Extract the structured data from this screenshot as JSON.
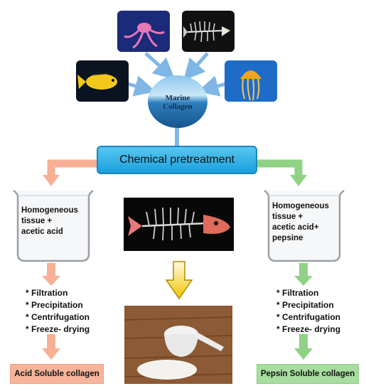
{
  "center": {
    "line1": "Marine",
    "line2": "Collagen"
  },
  "pretreatment": {
    "label": "Chemical pretreatment"
  },
  "left_beaker": {
    "text": "Homogeneous\ntissue +\nacetic  acid"
  },
  "right_beaker": {
    "text": "Homogeneous\ntissue +\nacetic acid+\npepsine"
  },
  "left_steps": [
    "* Filtration",
    "* Precipitation",
    "* Centrifugation",
    "* Freeze- drying"
  ],
  "right_steps": [
    "* Filtration",
    "* Precipitation",
    "* Centrifugation",
    "* Freeze- drying"
  ],
  "left_result": {
    "label": "Acid Soluble collagen"
  },
  "right_result": {
    "label": "Pepsin Soluble collagen"
  },
  "colors": {
    "left_arrow": "#f8b094",
    "right_arrow": "#8fd284",
    "blue_arrow": "#7fb6e6",
    "box": "#22a6e0"
  },
  "icons": [
    "octopus-photo",
    "fish-skeleton-photo",
    "yellow-fish-photo",
    "jellyfish-photo",
    "ocean-globe",
    "fish-skeleton-photo",
    "collagen-powder-photo",
    "down-arrow-icon"
  ]
}
